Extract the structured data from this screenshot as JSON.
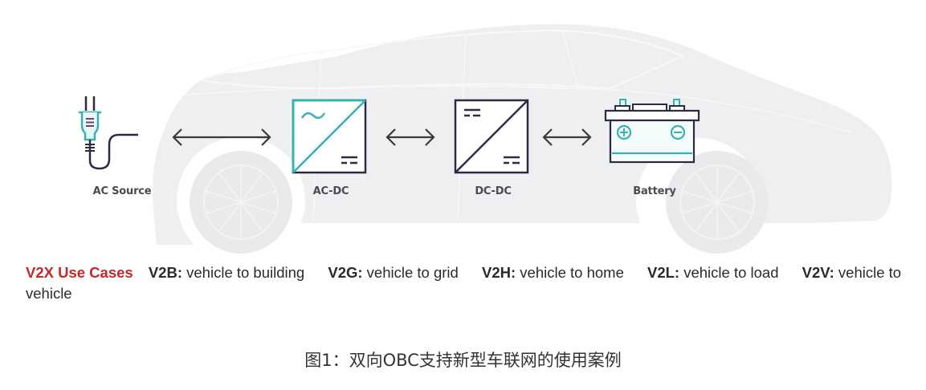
{
  "diagram": {
    "nodes": [
      {
        "id": "ac-source",
        "label": "AC Source"
      },
      {
        "id": "ac-dc",
        "label": "AC-DC"
      },
      {
        "id": "dc-dc",
        "label": "DC-DC"
      },
      {
        "id": "battery",
        "label": "Battery"
      }
    ],
    "edges": [
      {
        "from": "ac-source",
        "to": "ac-dc",
        "direction": "bidirectional"
      },
      {
        "from": "ac-dc",
        "to": "dc-dc",
        "direction": "bidirectional"
      },
      {
        "from": "dc-dc",
        "to": "battery",
        "direction": "bidirectional"
      }
    ],
    "icons": {
      "ac_source": "plug-icon",
      "ac_dc": "ac-dc-converter-icon",
      "dc_dc": "dc-dc-converter-icon",
      "battery": "battery-icon",
      "background": "car-silhouette"
    }
  },
  "legend": {
    "title": "V2X Use Cases",
    "items": [
      {
        "code": "V2B:",
        "text": " vehicle to building"
      },
      {
        "code": "V2G:",
        "text": " vehicle to grid"
      },
      {
        "code": "V2H:",
        "text": " vehicle to home"
      },
      {
        "code": "V2L:",
        "text": " vehicle to load"
      },
      {
        "code": "V2V:",
        "text": " vehicle to vehicle"
      }
    ]
  },
  "caption": "图1：双向OBC支持新型车联网的使用案例",
  "colors": {
    "stroke": "#2e2a45",
    "accent": "#3bb0b0",
    "accent_fill": "#e6f7f7",
    "car": "#eeeff0",
    "legend_title": "#c8262b"
  }
}
